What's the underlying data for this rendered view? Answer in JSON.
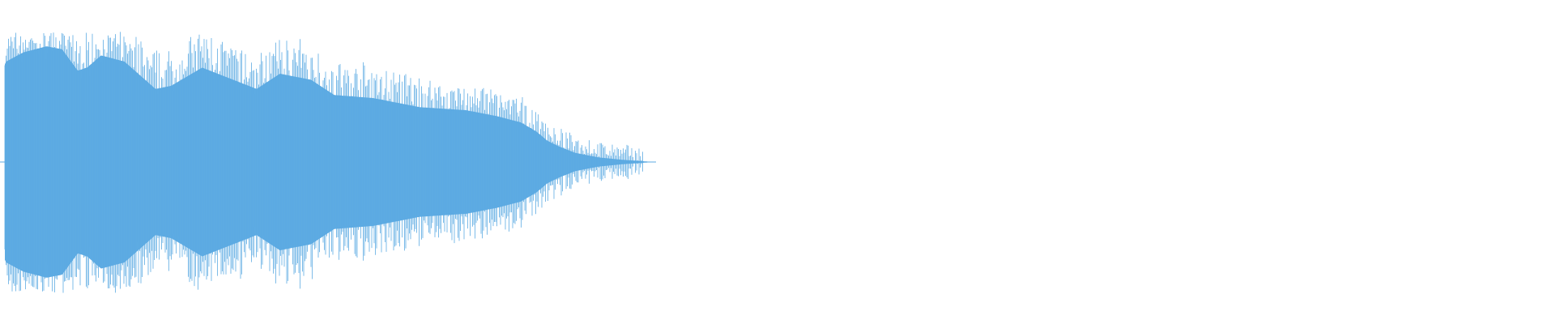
{
  "waveform": {
    "color": "#5DABE3",
    "background": "#ffffff",
    "peak_amplitude": 0.86,
    "visible_fraction": 0.42,
    "envelope": [
      [
        0.0,
        0.58
      ],
      [
        0.004,
        0.66
      ],
      [
        0.015,
        0.72
      ],
      [
        0.03,
        0.76
      ],
      [
        0.04,
        0.74
      ],
      [
        0.05,
        0.6
      ],
      [
        0.056,
        0.62
      ],
      [
        0.065,
        0.7
      ],
      [
        0.08,
        0.66
      ],
      [
        0.1,
        0.48
      ],
      [
        0.11,
        0.5
      ],
      [
        0.13,
        0.62
      ],
      [
        0.15,
        0.54
      ],
      [
        0.165,
        0.48
      ],
      [
        0.18,
        0.58
      ],
      [
        0.2,
        0.54
      ],
      [
        0.215,
        0.44
      ],
      [
        0.24,
        0.42
      ],
      [
        0.27,
        0.36
      ],
      [
        0.3,
        0.34
      ],
      [
        0.32,
        0.3
      ],
      [
        0.335,
        0.26
      ],
      [
        0.345,
        0.2
      ],
      [
        0.352,
        0.14
      ],
      [
        0.36,
        0.1
      ],
      [
        0.37,
        0.06
      ],
      [
        0.385,
        0.03
      ],
      [
        0.4,
        0.015
      ],
      [
        0.41,
        0.008
      ],
      [
        0.42,
        0.0
      ]
    ]
  }
}
